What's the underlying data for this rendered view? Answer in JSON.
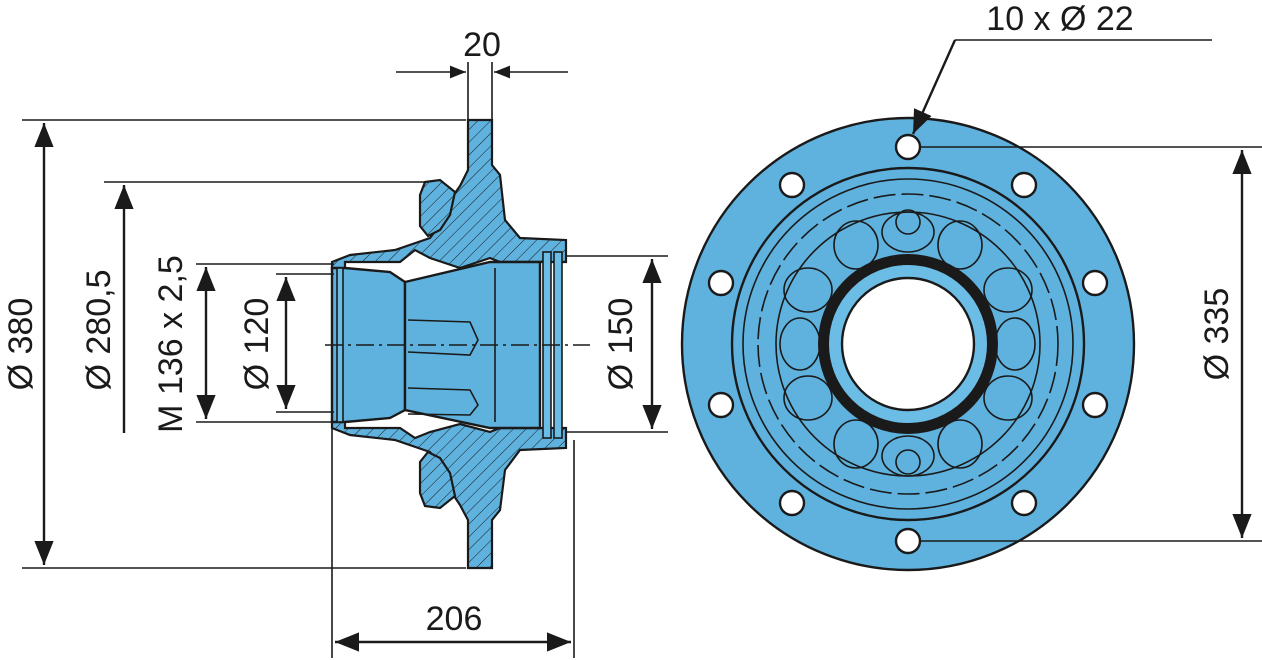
{
  "drawing": {
    "part_color": "#5fb2de",
    "line_color": "#1a1a1a"
  },
  "dimensions": {
    "flange_width": "20",
    "outer_diameter": "Ø 380",
    "pitch_diameter_hub": "Ø 280,5",
    "thread": "M 136 x 2,5",
    "bore_inner": "Ø 120",
    "bore_outer": "Ø 150",
    "overall_length": "206",
    "bolt_holes": "10 x Ø 22",
    "bolt_circle": "Ø 335"
  }
}
